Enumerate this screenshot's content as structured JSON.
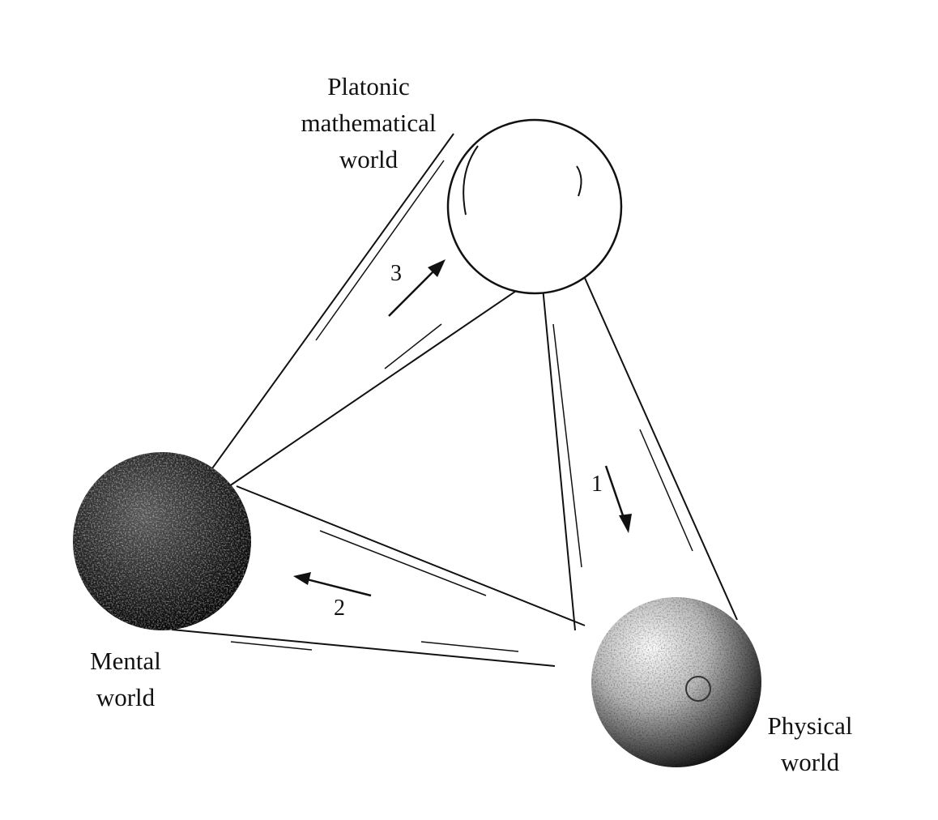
{
  "labels": {
    "platonic": [
      "Platonic",
      "mathematical",
      "world"
    ],
    "mental": [
      "Mental",
      "world"
    ],
    "physical": [
      "Physical",
      "world"
    ]
  },
  "arrows": {
    "one": "1",
    "two": "2",
    "three": "3"
  },
  "colors": {
    "ink": "#111111",
    "paper": "#ffffff"
  }
}
